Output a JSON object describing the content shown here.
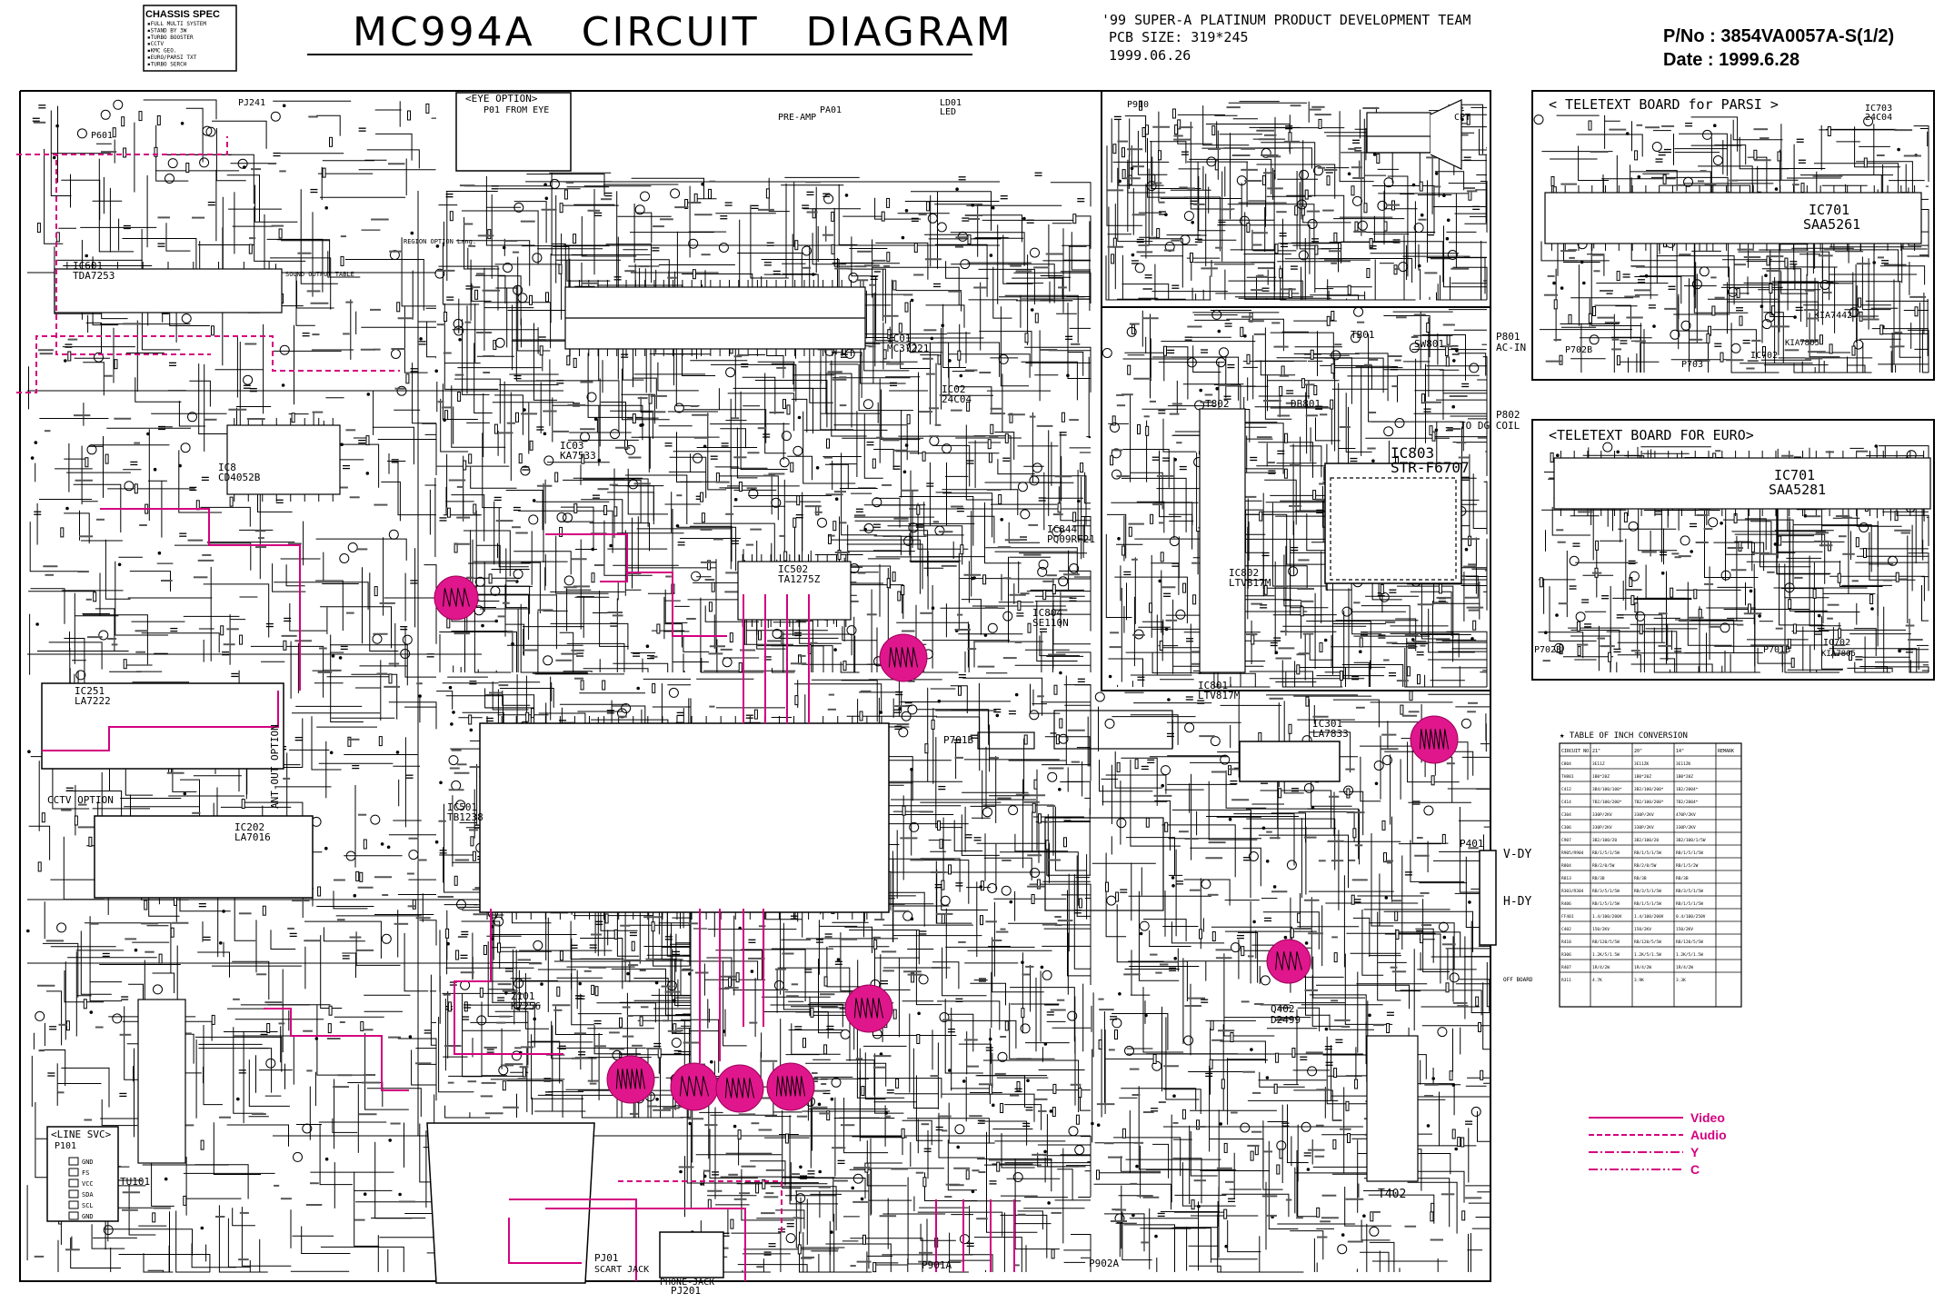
{
  "chassis_spec": {
    "title": "CHASSIS SPEC",
    "items": [
      "▪FULL MULTI SYSTEM",
      "▪STAND BY 3W",
      "▪TURBO BOOSTER",
      "▪CCTV",
      "▪KMC GEO.",
      "▪EURO/PARSI TXT",
      "▪TURBO SERCH"
    ]
  },
  "header": {
    "title": "MC994A   CIRCUIT   DIAGRAM",
    "team": "'99 SUPER-A PLATINUM PRODUCT DEVELOPMENT TEAM",
    "pcb_size": "PCB SIZE: 319*245",
    "date_small": "1999.06.26",
    "part_no": "P/No : 3854VA0057A-S(1/2)",
    "date": "Date : 1999.6.28"
  },
  "boards": {
    "eye_option": {
      "title": "<EYE OPTION>",
      "sub": "P01 FROM EYE"
    },
    "teletext_parsi": {
      "title": "< TELETEXT BOARD for PARSI >",
      "ic": "IC701",
      "chip": "SAA5261",
      "ic2": "IC703",
      "ic2_chip": "24C04",
      "ic3": "KIA7442",
      "ic4": "IC702",
      "ic4_chip": "KIA7805",
      "conn1": "P702B",
      "conn2": "P703"
    },
    "teletext_euro": {
      "title": "<TELETEXT BOARD FOR EURO>",
      "ic": "IC701",
      "chip": "SAA5281",
      "conn1": "P702B",
      "conn2": "P701B",
      "ic2": "IC702",
      "ic2_chip": "KIA7805"
    },
    "line_svc": {
      "title": "<LINE SVC>",
      "conn": "P101",
      "pins": [
        "GND",
        "FS",
        "VCC",
        "SDA",
        "SCL",
        "GND"
      ]
    }
  },
  "ics": [
    {
      "ref": "IC01",
      "part": "MC37221"
    },
    {
      "ref": "IC02",
      "part": "24C04"
    },
    {
      "ref": "IC03",
      "part": "KA7533"
    },
    {
      "ref": "IC601",
      "part": "TDA7253"
    },
    {
      "ref": "IC251",
      "part": "LA7222"
    },
    {
      "ref": "IC202",
      "part": "LA7016"
    },
    {
      "ref": "IC501",
      "part": "TB1238"
    },
    {
      "ref": "IC502",
      "part": "TA1275Z"
    },
    {
      "ref": "IC301",
      "part": "LA7833"
    },
    {
      "ref": "IC803",
      "part": "STR-F6707"
    },
    {
      "ref": "IC802",
      "part": "LTV817M"
    },
    {
      "ref": "IC801",
      "part": "LTV817M"
    },
    {
      "ref": "IC804",
      "part": "SE110N"
    },
    {
      "ref": "IC844",
      "part": "PQ09RF21"
    },
    {
      "ref": "IC8",
      "part": "CD4052B"
    },
    {
      "ref": "Z101",
      "part": "K7256"
    }
  ],
  "labels": {
    "pj241": "PJ241",
    "p601": "P601",
    "pa01": "PA01",
    "pre_amp": "PRE-AMP",
    "ld01": "LD01",
    "led": "LED",
    "p910": "P910",
    "cpt": "CPT",
    "p801": "P801",
    "ac_in": "AC-IN",
    "p802": "P802",
    "dg_coil": "TO DG COIL",
    "t802": "T802",
    "db801": "DB801",
    "sw801": "SW801",
    "tb01": "TB01",
    "q402": "Q402",
    "q402_part": "D2499",
    "t402": "T402",
    "p401": "P401",
    "v_dy": "V-DY",
    "h_dy": "H-DY",
    "p701b": "P701B",
    "p901a": "P901A",
    "p902a": "P902A",
    "pj201": "PJ201",
    "phone_jack": "PHONE-JACK",
    "pj01": "PJ01",
    "scart_jack": "SCART JACK",
    "tu101": "TU101",
    "cctv": "CCTV OPTION",
    "ant_out": "ANT-OUT OPTION",
    "sound_out": "SOUND OUTPUT TABLE",
    "region": "REGION OPTION Lang.",
    "off_board": "OFF BOARD"
  },
  "inch_table": {
    "title": "★ TABLE OF INCH CONVERSION",
    "columns": [
      "CIRCUIT NO.",
      "21\"",
      "20\"",
      "14\"",
      "REMARK"
    ],
    "rows": [
      [
        "C804",
        "3E11Z",
        "3E11ZK",
        "3E11ZK",
        ""
      ],
      [
        "TH801",
        "1B0*20Z",
        "1B0*20Z",
        "1B0*20Z",
        ""
      ],
      [
        "C412",
        "3B4/100/100*",
        "3B2/100/200*",
        "1B2/2004*",
        ""
      ],
      [
        "C414",
        "7B2/100/200*",
        "7B2/100/200*",
        "7B2/2004*",
        ""
      ],
      [
        "C304",
        "330P/2KV",
        "330P/2KV",
        "470P/2KV",
        ""
      ],
      [
        "C306",
        "330P/2KV",
        "330P/2KV",
        "330P/2KV",
        ""
      ],
      [
        "C907",
        "3B2/100/20",
        "3B2/100/20",
        "3B2/100/1/5W",
        ""
      ],
      [
        "R905/R904",
        "RB/1/5/1/5W",
        "RB/1/5/1/5W",
        "RB/1/5/1/5W",
        ""
      ],
      [
        "R804",
        "RB/2/0/5W",
        "RB/2/0/5W",
        "RB/1/5/2W",
        ""
      ],
      [
        "R813",
        "RB/3B",
        "RB/3B",
        "RB/3B",
        ""
      ],
      [
        "R303/R304",
        "RB/3/5/1/5W",
        "RB/3/5/1/5W",
        "RB/3/5/1/5W",
        ""
      ],
      [
        "R406",
        "RB/1/5/1/5W",
        "RB/1/5/1/5W",
        "RB/1/5/1/5W",
        ""
      ],
      [
        "FF401",
        "1.4/100/200V",
        "1.4/100/200V",
        "0.4/100/250V",
        ""
      ],
      [
        "C402",
        "150/2KV",
        "150/2KV",
        "150/2KV",
        ""
      ],
      [
        "R410",
        "RB/120/5/5W",
        "RB/120/5/5W",
        "RB/120/5/5W",
        ""
      ],
      [
        "R306",
        "1.2K/5/1.5W",
        "1.2K/5/1.5W",
        "1.2K/5/1.5W",
        ""
      ],
      [
        "R407",
        "1R/4/2W",
        "1R/4/2W",
        "1R/4/2W",
        ""
      ],
      [
        "R311",
        "4.7K",
        "3.9K",
        "3.3K",
        ""
      ]
    ]
  },
  "legend": [
    {
      "label": "Video",
      "style": "solid"
    },
    {
      "label": "Audio",
      "style": "dashed"
    },
    {
      "label": "Y",
      "style": "dashdot"
    },
    {
      "label": "C",
      "style": "dashdotdot"
    }
  ],
  "colors": {
    "accent": "#d4007f",
    "line": "#000000",
    "wave": "#e0168c",
    "background": "#ffffff"
  }
}
